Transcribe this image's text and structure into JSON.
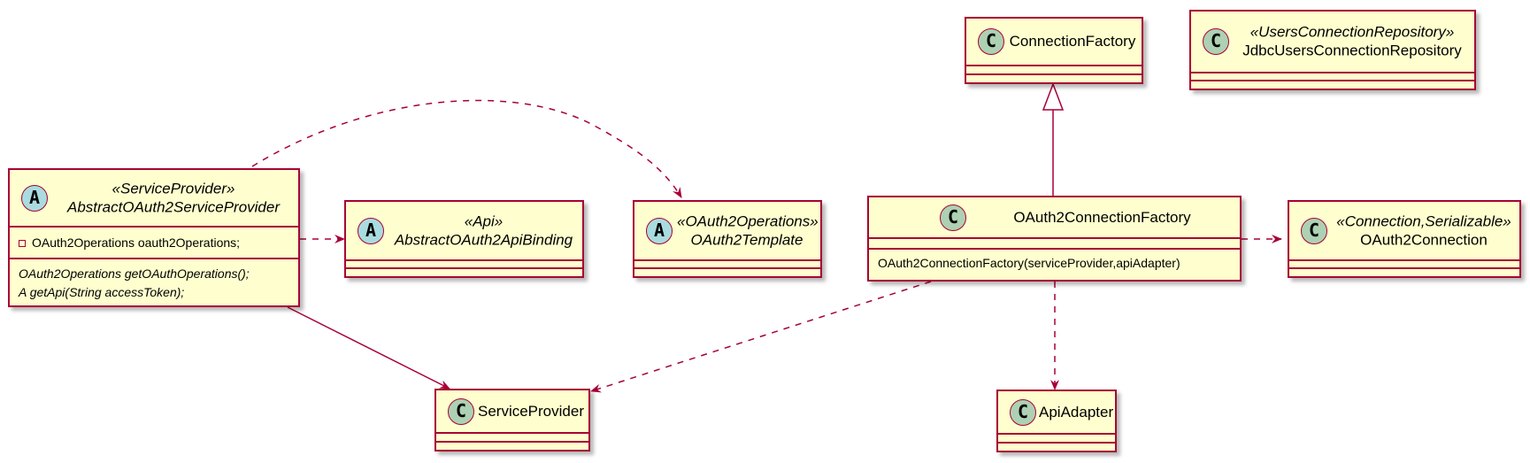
{
  "classes": {
    "connection_factory": {
      "kind": "C",
      "stereotype": "",
      "name": "ConnectionFactory"
    },
    "jdbc_users_connection_repository": {
      "kind": "C",
      "stereotype": "«UsersConnectionRepository»",
      "name": "JdbcUsersConnectionRepository"
    },
    "abstract_oauth2_service_provider": {
      "kind": "A",
      "stereotype": "«ServiceProvider»",
      "name": "AbstractOAuth2ServiceProvider",
      "field": "OAuth2Operations oauth2Operations;",
      "method1": "OAuth2Operations getOAuthOperations();",
      "method2": "A getApi(String accessToken);"
    },
    "abstract_oauth2_api_binding": {
      "kind": "A",
      "stereotype": "«Api»",
      "name": "AbstractOAuth2ApiBinding"
    },
    "oauth2_template": {
      "kind": "A",
      "stereotype": "«OAuth2Operations»",
      "name": "OAuth2Template"
    },
    "oauth2_connection_factory": {
      "kind": "C",
      "stereotype": "",
      "name": "OAuth2ConnectionFactory",
      "method1": "OAuth2ConnectionFactory(serviceProvider,apiAdapter)"
    },
    "oauth2_connection": {
      "kind": "C",
      "stereotype": "«Connection,Serializable»",
      "name": "OAuth2Connection"
    },
    "service_provider": {
      "kind": "C",
      "stereotype": "",
      "name": "ServiceProvider"
    },
    "api_adapter": {
      "kind": "C",
      "stereotype": "",
      "name": "ApiAdapter"
    }
  },
  "relations": [
    {
      "from": "OAuth2ConnectionFactory",
      "to": "ConnectionFactory",
      "type": "extension"
    },
    {
      "from": "AbstractOAuth2ServiceProvider",
      "to": "AbstractOAuth2ApiBinding",
      "type": "dependency"
    },
    {
      "from": "AbstractOAuth2ServiceProvider",
      "to": "OAuth2Template",
      "type": "dependency"
    },
    {
      "from": "AbstractOAuth2ServiceProvider",
      "to": "ServiceProvider",
      "type": "association"
    },
    {
      "from": "OAuth2ConnectionFactory",
      "to": "OAuth2Connection",
      "type": "dependency"
    },
    {
      "from": "OAuth2ConnectionFactory",
      "to": "ServiceProvider",
      "type": "dependency"
    },
    {
      "from": "OAuth2ConnectionFactory",
      "to": "ApiAdapter",
      "type": "dependency"
    }
  ],
  "colors": {
    "border": "#A80036",
    "fill": "#FEFECE",
    "class_circle": "#ADD1B2",
    "abstract_circle": "#A9DCDF"
  }
}
